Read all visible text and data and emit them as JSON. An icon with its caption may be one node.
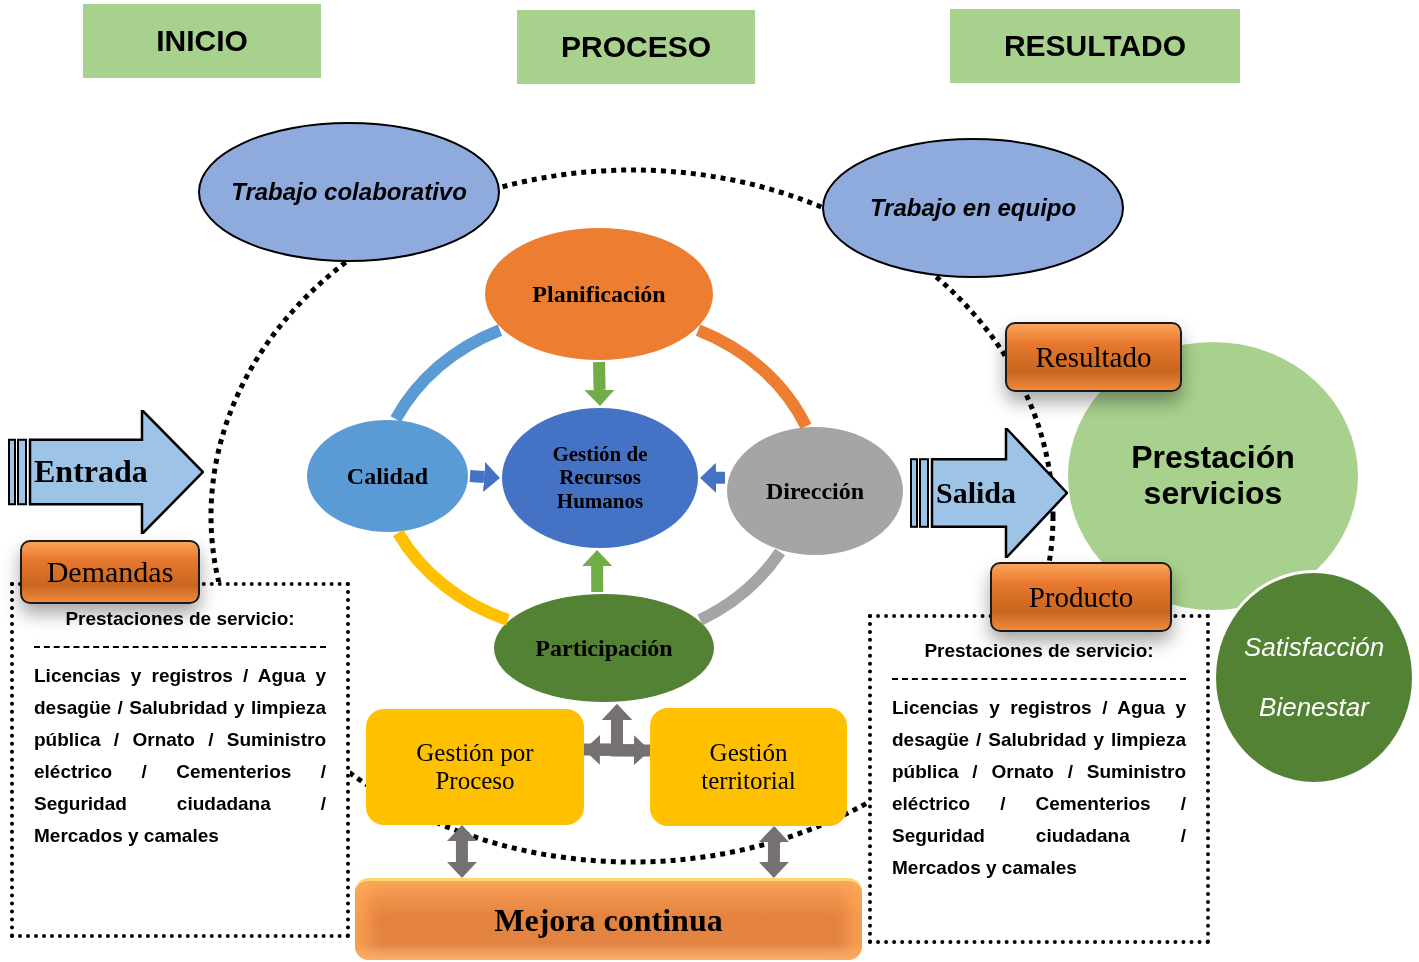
{
  "diagram": {
    "nodes": [
      {
        "text": [
          "INICIO"
        ]
      },
      {
        "text": [
          "PROCESO"
        ]
      },
      {
        "text": [
          "RESULTADO"
        ]
      },
      {
        "text": [
          "Trabajo colaborativo"
        ]
      },
      {
        "text": [
          "Trabajo en equipo"
        ]
      },
      {
        "text": [
          "Planificación"
        ]
      },
      {
        "text": [
          "Calidad"
        ]
      },
      {
        "text": [
          "Gestión de Recursos Humanos"
        ]
      },
      {
        "text": [
          "Dirección"
        ]
      },
      {
        "text": [
          "Participación"
        ]
      },
      {
        "text": [
          "Entrada"
        ]
      },
      {
        "text": [
          "Demandas"
        ]
      },
      {
        "text": [
          "Prestaciones de servicio:",
          "Licencias y registros / Agua y desagüe / Salubridad y limpieza pública / Ornato / Suministro eléctrico / Cementerios / Seguridad ciudadana / Mercados y camales"
        ]
      },
      {
        "text": [
          "Salida"
        ]
      },
      {
        "text": [
          "Resultado"
        ]
      },
      {
        "text": [
          "Prestación servicios"
        ]
      },
      {
        "text": [
          "Producto"
        ]
      },
      {
        "text": [
          "Satisfacción",
          "Bienestar"
        ]
      },
      {
        "text": [
          "Prestaciones de servicio:",
          "Licencias y registros / Agua y desagüe / Salubridad y limpieza pública / Ornato / Suministro eléctrico / Cementerios / Seguridad ciudadana / Mercados y camales"
        ]
      },
      {
        "text": [
          "Gestión por Proceso"
        ]
      },
      {
        "text": [
          "Gestión territorial"
        ]
      },
      {
        "text": [
          "Mejora continua"
        ]
      }
    ],
    "edges": [
      {
        "from": 5,
        "to": 7,
        "arrow": "to",
        "color": "#70ad47"
      },
      {
        "from": 9,
        "to": 7,
        "arrow": "to",
        "color": "#70ad47"
      },
      {
        "from": 6,
        "to": 7,
        "arrow": "to",
        "color": "#4472c4"
      },
      {
        "from": 8,
        "to": 7,
        "arrow": "to",
        "color": "#4472c4"
      },
      {
        "from": 6,
        "to": 5,
        "arrow": "none",
        "color": "#5b9bd5"
      },
      {
        "from": 5,
        "to": 8,
        "arrow": "none",
        "color": "#ed7d31"
      },
      {
        "from": 8,
        "to": 9,
        "arrow": "none",
        "color": "#a5a5a5"
      },
      {
        "from": 9,
        "to": 6,
        "arrow": "none",
        "color": "#ffc000"
      },
      {
        "from": 19,
        "to": 20,
        "arrow": "both"
      },
      {
        "from": 19,
        "to": 9,
        "arrow": "to"
      },
      {
        "from": 20,
        "to": 9,
        "arrow": "to"
      },
      {
        "from": 19,
        "to": 21,
        "arrow": "both"
      },
      {
        "from": 20,
        "to": 21,
        "arrow": "both"
      }
    ]
  }
}
